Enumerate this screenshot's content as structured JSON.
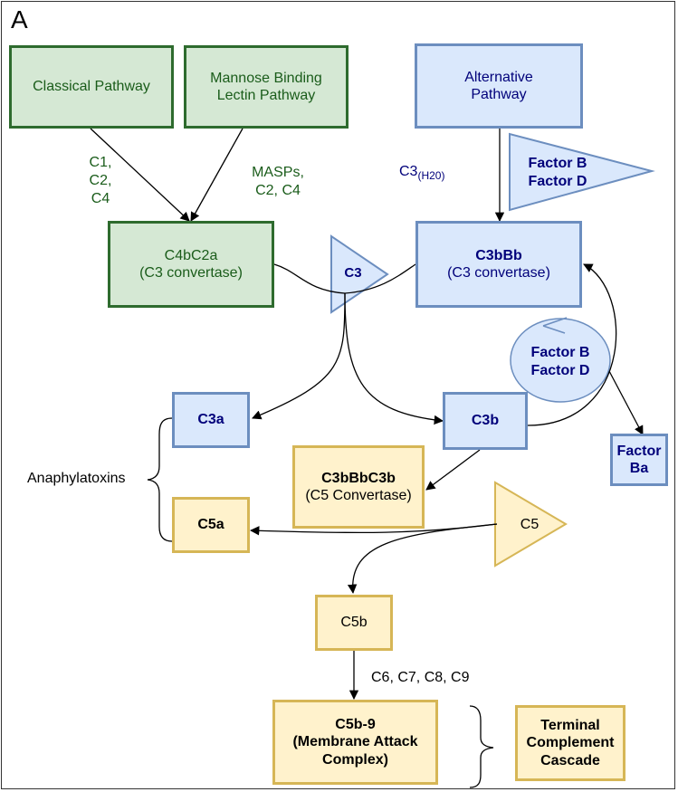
{
  "panel_label": "A",
  "nodes": {
    "classical": "Classical Pathway",
    "mannose_1": "Mannose Binding",
    "mannose_2": "Lectin Pathway",
    "alternative_1": "Alternative",
    "alternative_2": "Pathway",
    "c4bc2a_1": "C4bC2a",
    "c4bc2a_2": "(C3 convertase)",
    "c3bbb_1": "C3bBb",
    "c3bbb_2": "(C3 convertase)",
    "c3a": "C3a",
    "c3b": "C3b",
    "c3bbbc3b_1": "C3bBbC3b",
    "c3bbbc3b_2": "(C5 Convertase)",
    "c5a": "C5a",
    "c5b": "C5b",
    "mac_1": "C5b-9",
    "mac_2": "(Membrane Attack",
    "mac_3": "Complex)",
    "factor_ba_1": "Factor",
    "factor_ba_2": "Ba",
    "terminal_1": "Terminal",
    "terminal_2": "Complement",
    "terminal_3": "Cascade"
  },
  "shapes": {
    "factor_bd_triangle_1": "Factor B",
    "factor_bd_triangle_2": "Factor D",
    "c3_triangle": "C3",
    "factor_bd_circle_1": "Factor B",
    "factor_bd_circle_2": "Factor D",
    "c5_triangle": "C5"
  },
  "edge_labels": {
    "classical_1": "C1,",
    "classical_2": "C2,",
    "classical_3": "C4",
    "masps_1": "MASPs,",
    "masps_2": "C2, C4",
    "c3h20_main": "C3",
    "c3h20_sub": "(H20)",
    "late_components": "C6, C7, C8, C9",
    "anaphylatoxins": "Anaphylatoxins"
  },
  "colors": {
    "green_fill": "#d5e8d4",
    "green_stroke": "#2e6b2e",
    "green_text": "#1a5c1a",
    "blue_fill": "#dae8fc",
    "blue_stroke": "#6c8ebf",
    "blue_text": "#00007a",
    "yellow_fill": "#fff2cc",
    "yellow_stroke": "#d6b656"
  }
}
